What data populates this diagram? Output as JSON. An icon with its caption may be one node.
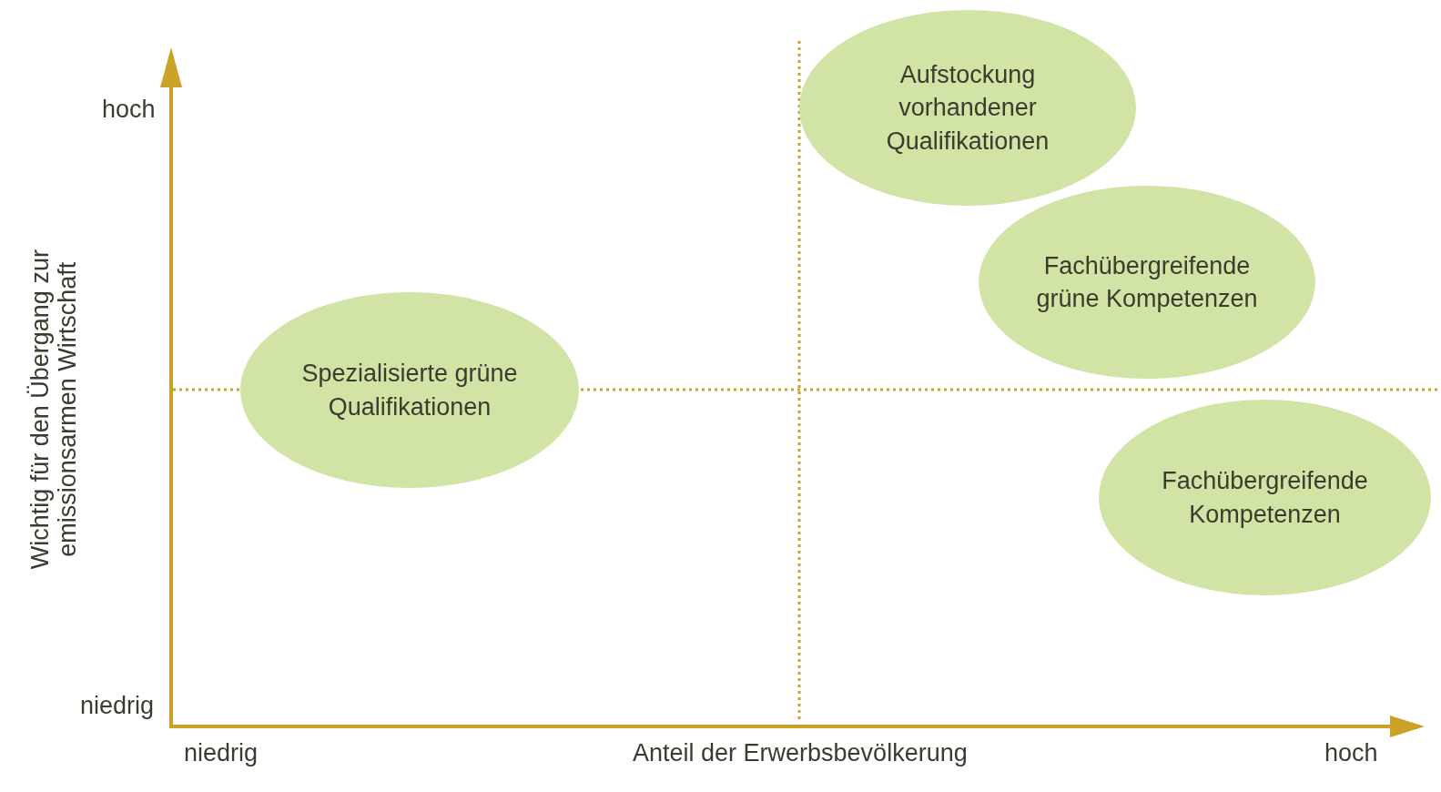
{
  "diagram": {
    "nodes": [
      {
        "text": [
          "Aufstockung vorhandener Qualifikationen"
        ]
      },
      {
        "text": [
          "Fachübergreifende grüne Kompetenzen"
        ]
      },
      {
        "text": [
          "Spezialisierte grüne Qualifikationen"
        ]
      },
      {
        "text": [
          "Fachübergreifende Kompetenzen"
        ]
      }
    ],
    "edges": [],
    "labels": [
      "hoch",
      "Wichtig für den Übergang zur emissionsarmen Wirtschaft",
      "niedrig",
      "niedrig",
      "Anteil der Erwerbsbevölkerung",
      "hoch"
    ]
  }
}
